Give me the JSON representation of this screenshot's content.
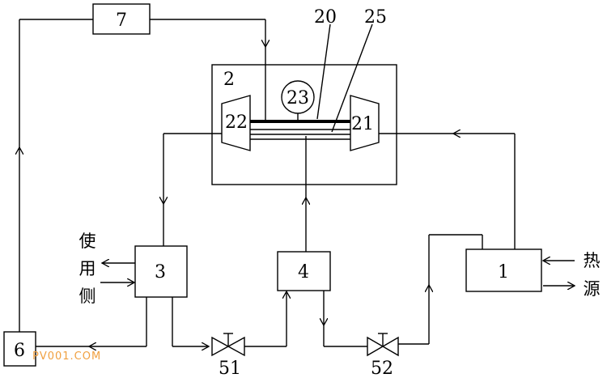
{
  "labels": {
    "b1": "1",
    "b2": "2",
    "b3": "3",
    "b4": "4",
    "b6": "6",
    "b7": "7",
    "n20": "20",
    "n25": "25",
    "n23": "23",
    "n22": "22",
    "n21": "21",
    "v51": "51",
    "v52": "52"
  },
  "user_side": [
    "使",
    "用",
    "侧"
  ],
  "heat_source": [
    "热",
    "源"
  ],
  "watermark": "PV001.COM"
}
